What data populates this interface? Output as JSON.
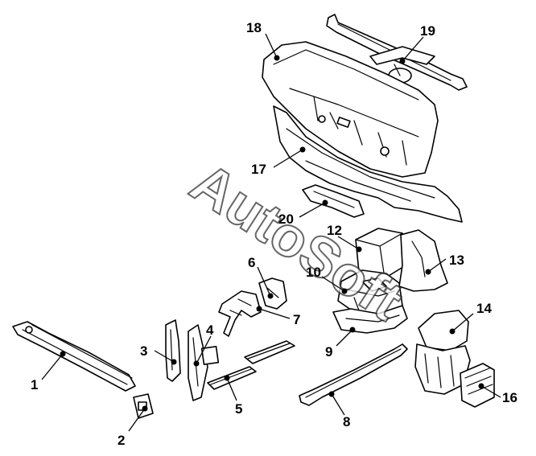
{
  "watermark": "AutoSoft",
  "callouts": [
    {
      "id": "c1",
      "label": "1"
    },
    {
      "id": "c2",
      "label": "2"
    },
    {
      "id": "c3",
      "label": "3"
    },
    {
      "id": "c4",
      "label": "4"
    },
    {
      "id": "c5",
      "label": "5"
    },
    {
      "id": "c6",
      "label": "6"
    },
    {
      "id": "c7",
      "label": "7"
    },
    {
      "id": "c8",
      "label": "8"
    },
    {
      "id": "c9",
      "label": "9"
    },
    {
      "id": "c10",
      "label": "10"
    },
    {
      "id": "c12",
      "label": "12"
    },
    {
      "id": "c13",
      "label": "13"
    },
    {
      "id": "c14",
      "label": "14"
    },
    {
      "id": "c16",
      "label": "16"
    },
    {
      "id": "c17",
      "label": "17"
    },
    {
      "id": "c18",
      "label": "18"
    },
    {
      "id": "c19",
      "label": "19"
    },
    {
      "id": "c20",
      "label": "20"
    }
  ]
}
